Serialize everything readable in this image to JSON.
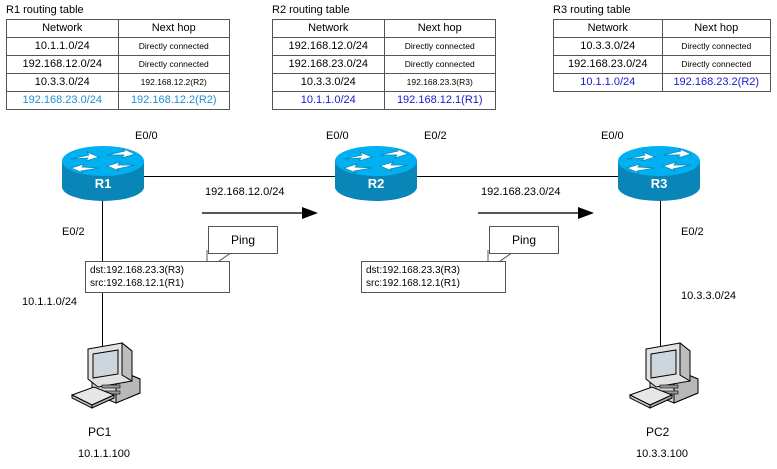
{
  "tables": [
    {
      "title": "R1 routing table",
      "headers": [
        "Network",
        "Next hop"
      ],
      "rows": [
        {
          "network": "10.1.1.0/24",
          "nexthop": "Directly connected",
          "style": "normal",
          "small": false
        },
        {
          "network": "192.168.12.0/24",
          "nexthop": "Directly connected",
          "style": "normal",
          "small": false
        },
        {
          "network": "10.3.3.0/24",
          "nexthop": "192.168.12.2(R2)",
          "style": "normal",
          "small": true
        },
        {
          "network": "192.168.23.0/24",
          "nexthop": "192.168.12.2(R2)",
          "style": "cyan",
          "small": false
        }
      ]
    },
    {
      "title": "R2 routing table",
      "headers": [
        "Network",
        "Next hop"
      ],
      "rows": [
        {
          "network": "192.168.12.0/24",
          "nexthop": "Directly connected",
          "style": "normal",
          "small": false
        },
        {
          "network": "192.168.23.0/24",
          "nexthop": "Directly connected",
          "style": "normal",
          "small": false
        },
        {
          "network": "10.3.3.0/24",
          "nexthop": "192.168.23.3(R3)",
          "style": "normal",
          "small": true
        },
        {
          "network": "10.1.1.0/24",
          "nexthop": "192.168.12.1(R1)",
          "style": "blue",
          "small": false
        }
      ]
    },
    {
      "title": "R3 routing table",
      "headers": [
        "Network",
        "Next hop"
      ],
      "rows": [
        {
          "network": "10.3.3.0/24",
          "nexthop": "Directly connected",
          "style": "normal",
          "small": false
        },
        {
          "network": "192.168.23.0/24",
          "nexthop": "Directly connected",
          "style": "normal",
          "small": false
        },
        {
          "network": "10.1.1.0/24",
          "nexthop": "192.168.23.2(R2)",
          "style": "blue",
          "small": false
        }
      ]
    }
  ],
  "routers": [
    {
      "name": "R1"
    },
    {
      "name": "R2"
    },
    {
      "name": "R3"
    }
  ],
  "interfaces": {
    "r1_e00": "E0/0",
    "r1_e02": "E0/2",
    "r2_e00": "E0/0",
    "r2_e02": "E0/2",
    "r3_e00": "E0/0",
    "r3_e02": "E0/2"
  },
  "links": {
    "r1_r2_subnet": "192.168.12.0/24",
    "r2_r3_subnet": "192.168.23.0/24",
    "pc1_subnet": "10.1.1.0/24",
    "pc2_subnet": "10.3.3.0/24"
  },
  "ping": {
    "label_left": "Ping",
    "label_right": "Ping"
  },
  "packets": [
    {
      "dst": "dst:192.168.23.3(R3)",
      "src": "src:192.168.12.1(R1)"
    },
    {
      "dst": "dst:192.168.23.3(R3)",
      "src": "src:192.168.12.1(R1)"
    }
  ],
  "hosts": [
    {
      "name": "PC1",
      "ip": "10.1.1.100"
    },
    {
      "name": "PC2",
      "ip": "10.3.3.100"
    }
  ],
  "colors": {
    "router_top": "#00b0f0",
    "router_body": "#0a85b8",
    "highlight_cyan": "#1f8fd0",
    "highlight_blue": "#1a1acc",
    "line": "#000000"
  }
}
